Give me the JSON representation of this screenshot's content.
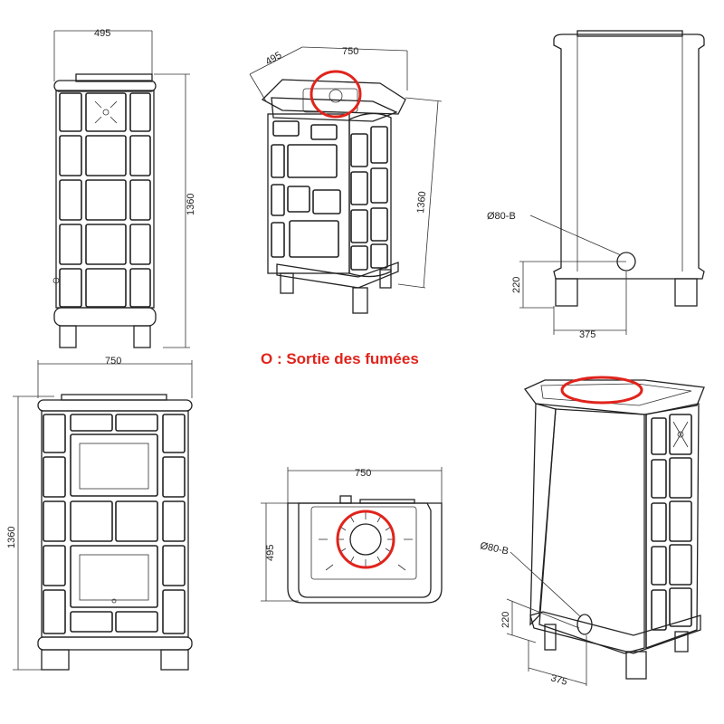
{
  "legend": {
    "text": "O : Sortie des fumées",
    "color": "#e0241c"
  },
  "side_view": {
    "width_label": "495",
    "height_label": "1360"
  },
  "iso_view": {
    "width_label": "750",
    "depth_label": "495",
    "height_label": "1360"
  },
  "rear_view": {
    "pipe_label": "Ø80-B",
    "pipe_height_label": "220",
    "pipe_offset_label": "375"
  },
  "front_view": {
    "width_label": "750",
    "height_label": "1360"
  },
  "top_view": {
    "width_label": "750",
    "depth_label": "495"
  },
  "rear_iso_view": {
    "pipe_label": "Ø80-B",
    "pipe_height_label": "220",
    "pipe_offset_label": "375"
  },
  "colors": {
    "line": "#222222",
    "highlight": "#e0241c",
    "background": "#ffffff"
  }
}
